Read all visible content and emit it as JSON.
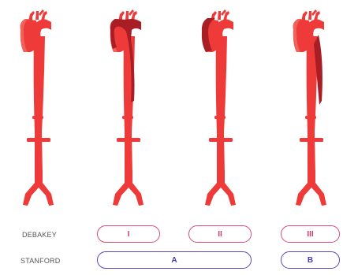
{
  "colors": {
    "aorta": "#ee3b39",
    "aorta_light": "#f0625c",
    "false_lumen": "#a81e24",
    "debakey_pill": "#d94b73",
    "stanford_pill": "#5a46b8"
  },
  "debakey": {
    "label": "DEBAKEY",
    "types": [
      "I",
      "II",
      "III"
    ]
  },
  "stanford": {
    "label": "STANFORD",
    "types": [
      "A",
      "B"
    ]
  },
  "aortas": [
    {
      "dissection": "none"
    },
    {
      "dissection": "ascending-through-descending"
    },
    {
      "dissection": "ascending-only"
    },
    {
      "dissection": "descending-only"
    }
  ]
}
